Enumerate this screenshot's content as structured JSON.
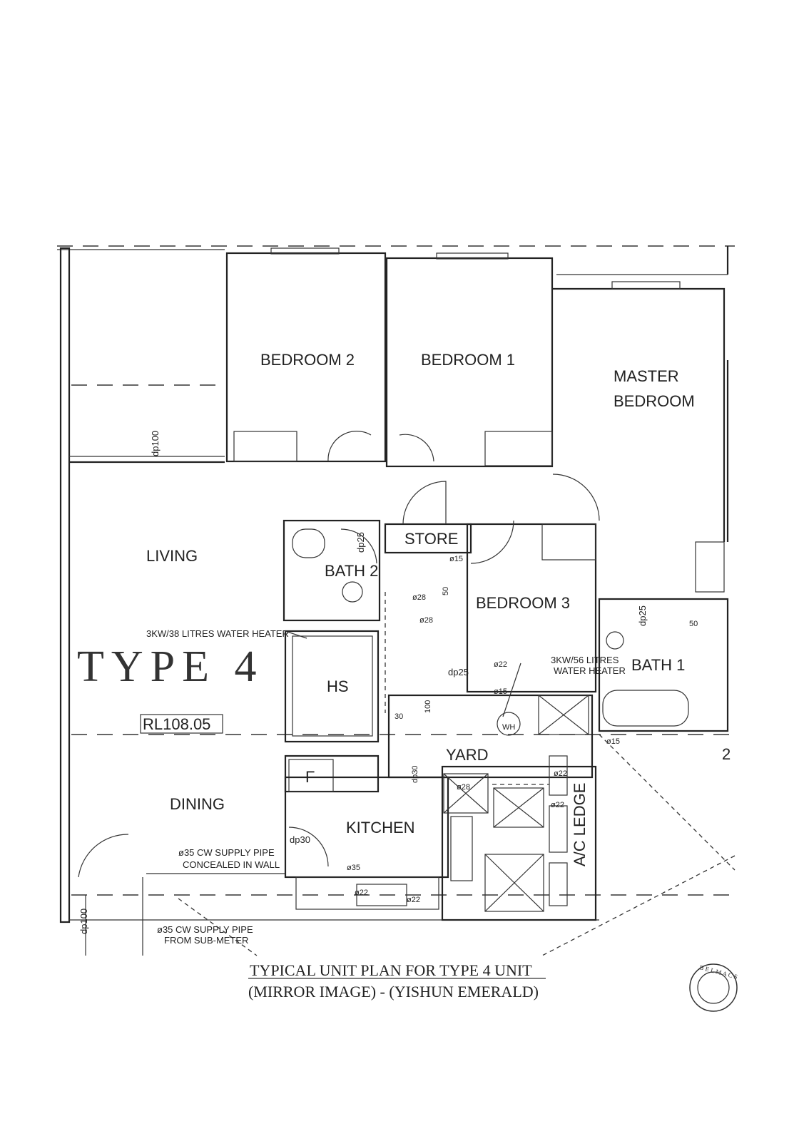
{
  "rooms": {
    "bedroom2": "BEDROOM 2",
    "bedroom1": "BEDROOM 1",
    "master_line1": "MASTER",
    "master_line2": "BEDROOM",
    "living": "LIVING",
    "store": "STORE",
    "bath2": "BATH 2",
    "bedroom3": "BEDROOM 3",
    "bath1": "BATH 1",
    "hs": "HS",
    "yard": "YARD",
    "dining": "DINING",
    "kitchen": "KITCHEN",
    "ac_ledge": "A/C LEDGE",
    "fridge": "F"
  },
  "unit_type": "TYPE 4",
  "level": "RL108.05",
  "annotations": {
    "heater_small": "3KW/38 LITRES WATER HEATER",
    "heater_large_1": "3KW/56 LITRES",
    "heater_large_2": "WATER HEATER",
    "wh": "WH",
    "supply_concealed_1": "ø35 CW SUPPLY PIPE",
    "supply_concealed_2": "CONCEALED IN WALL",
    "supply_meter_1": "ø35 CW SUPPLY PIPE",
    "supply_meter_2": "FROM SUB-METER",
    "dp100_top": "dp100",
    "dp100_bottom": "dp100",
    "dp25_bath2": "dp25",
    "dp25_mid": "dp25",
    "dp25_bath1": "dp25",
    "dp30_kitchen": "dp30",
    "dp30_yard": "dp30",
    "p15_store": "ø15",
    "p28_a": "ø28",
    "p28_b": "ø28",
    "p28_yard": "ø28",
    "p22_bed3": "ø22",
    "p15_bed3": "ø15",
    "p15_bath1": "ø15",
    "p22_ac1": "ø22",
    "p22_ac2": "ø22",
    "p35_kitchen": "ø35",
    "p22_k1": "ø22",
    "p22_k2": "ø22",
    "n30": "30",
    "n50_a": "50",
    "n50_b": "50",
    "n100": "100",
    "grid_2": "2"
  },
  "title": {
    "line1": "TYPICAL UNIT PLAN FOR TYPE 4 UNIT",
    "line2": "(MIRROR IMAGE) - (YISHUN EMERALD)"
  },
  "stamp": "BELMACS"
}
